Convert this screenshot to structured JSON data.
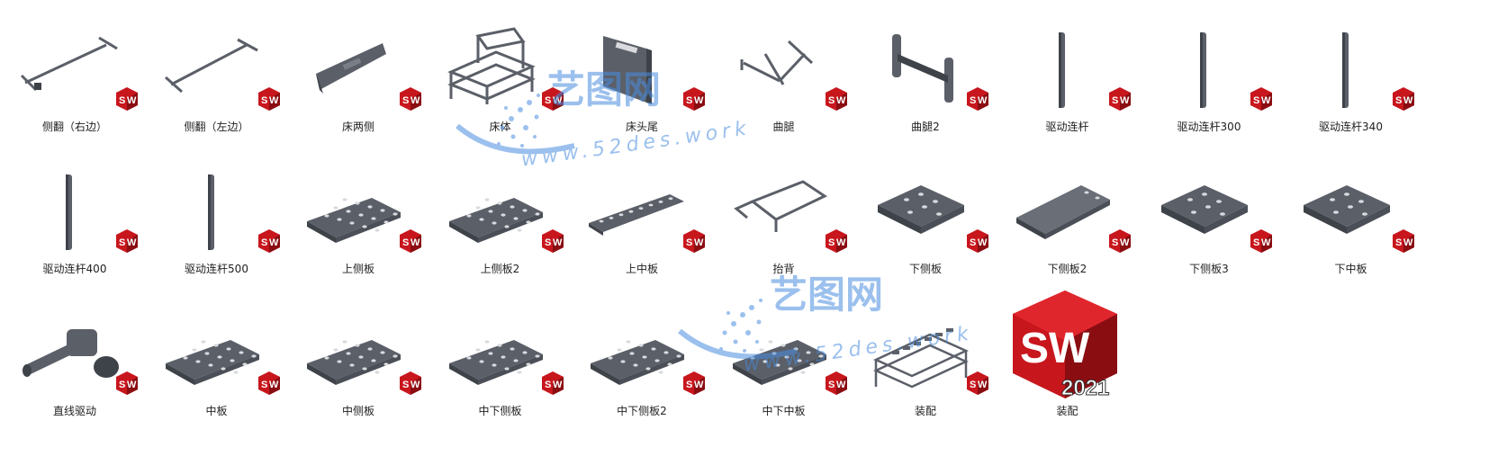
{
  "files": [
    {
      "label": "侧翻（右边）",
      "icon": "side-flip-right-icon"
    },
    {
      "label": "侧翻（左边）",
      "icon": "side-flip-left-icon"
    },
    {
      "label": "床两侧",
      "icon": "bed-side-icon"
    },
    {
      "label": "床体",
      "icon": "bed-frame-icon"
    },
    {
      "label": "床头尾",
      "icon": "bed-head-icon"
    },
    {
      "label": "曲腿",
      "icon": "bent-leg-icon"
    },
    {
      "label": "曲腿2",
      "icon": "bent-leg-2-icon"
    },
    {
      "label": "驱动连杆",
      "icon": "rod-icon"
    },
    {
      "label": "驱动连杆300",
      "icon": "rod-icon"
    },
    {
      "label": "驱动连杆340",
      "icon": "rod-icon"
    },
    {
      "label": "驱动连杆400",
      "icon": "rod-icon"
    },
    {
      "label": "驱动连杆500",
      "icon": "rod-icon"
    },
    {
      "label": "上侧板",
      "icon": "plate-holes-icon"
    },
    {
      "label": "上侧板2",
      "icon": "plate-holes-icon"
    },
    {
      "label": "上中板",
      "icon": "plate-narrow-icon"
    },
    {
      "label": "抬背",
      "icon": "back-frame-icon"
    },
    {
      "label": "下侧板",
      "icon": "plate-small-icon"
    },
    {
      "label": "下侧板2",
      "icon": "plate-plain-icon"
    },
    {
      "label": "下侧板3",
      "icon": "plate-small-icon"
    },
    {
      "label": "下中板",
      "icon": "plate-small-icon"
    },
    {
      "label": "直线驱动",
      "icon": "linear-actuator-icon"
    },
    {
      "label": "中板",
      "icon": "plate-holes-icon"
    },
    {
      "label": "中侧板",
      "icon": "plate-holes-icon"
    },
    {
      "label": "中下侧板",
      "icon": "plate-holes-icon"
    },
    {
      "label": "中下侧板2",
      "icon": "plate-holes-icon"
    },
    {
      "label": "中下中板",
      "icon": "plate-holes-icon"
    },
    {
      "label": "装配",
      "icon": "assembly-icon"
    },
    {
      "label": "装配",
      "icon": "solidworks-2021-icon",
      "big": true
    }
  ],
  "sw_badge": {
    "letters": "SW",
    "version": "2021"
  },
  "watermark": {
    "brand": "艺图网",
    "url": "www.52des.work"
  },
  "colors": {
    "part": "#5b5f68",
    "part_dark": "#3e4249",
    "sw_red": "#c8161d",
    "sw_dark": "#8a0d12",
    "wm": "#4a8ee0"
  }
}
